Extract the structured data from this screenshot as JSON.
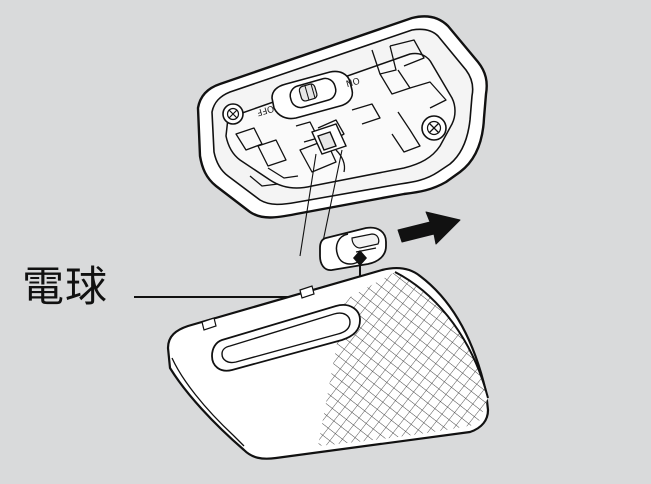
{
  "callout": {
    "label": "電球"
  },
  "switch": {
    "on_label": "ON",
    "off_label": "OFF"
  },
  "colors": {
    "background": "#d9dadb",
    "part_fill": "#ffffff",
    "line": "#111111",
    "arrow": "#111111"
  }
}
